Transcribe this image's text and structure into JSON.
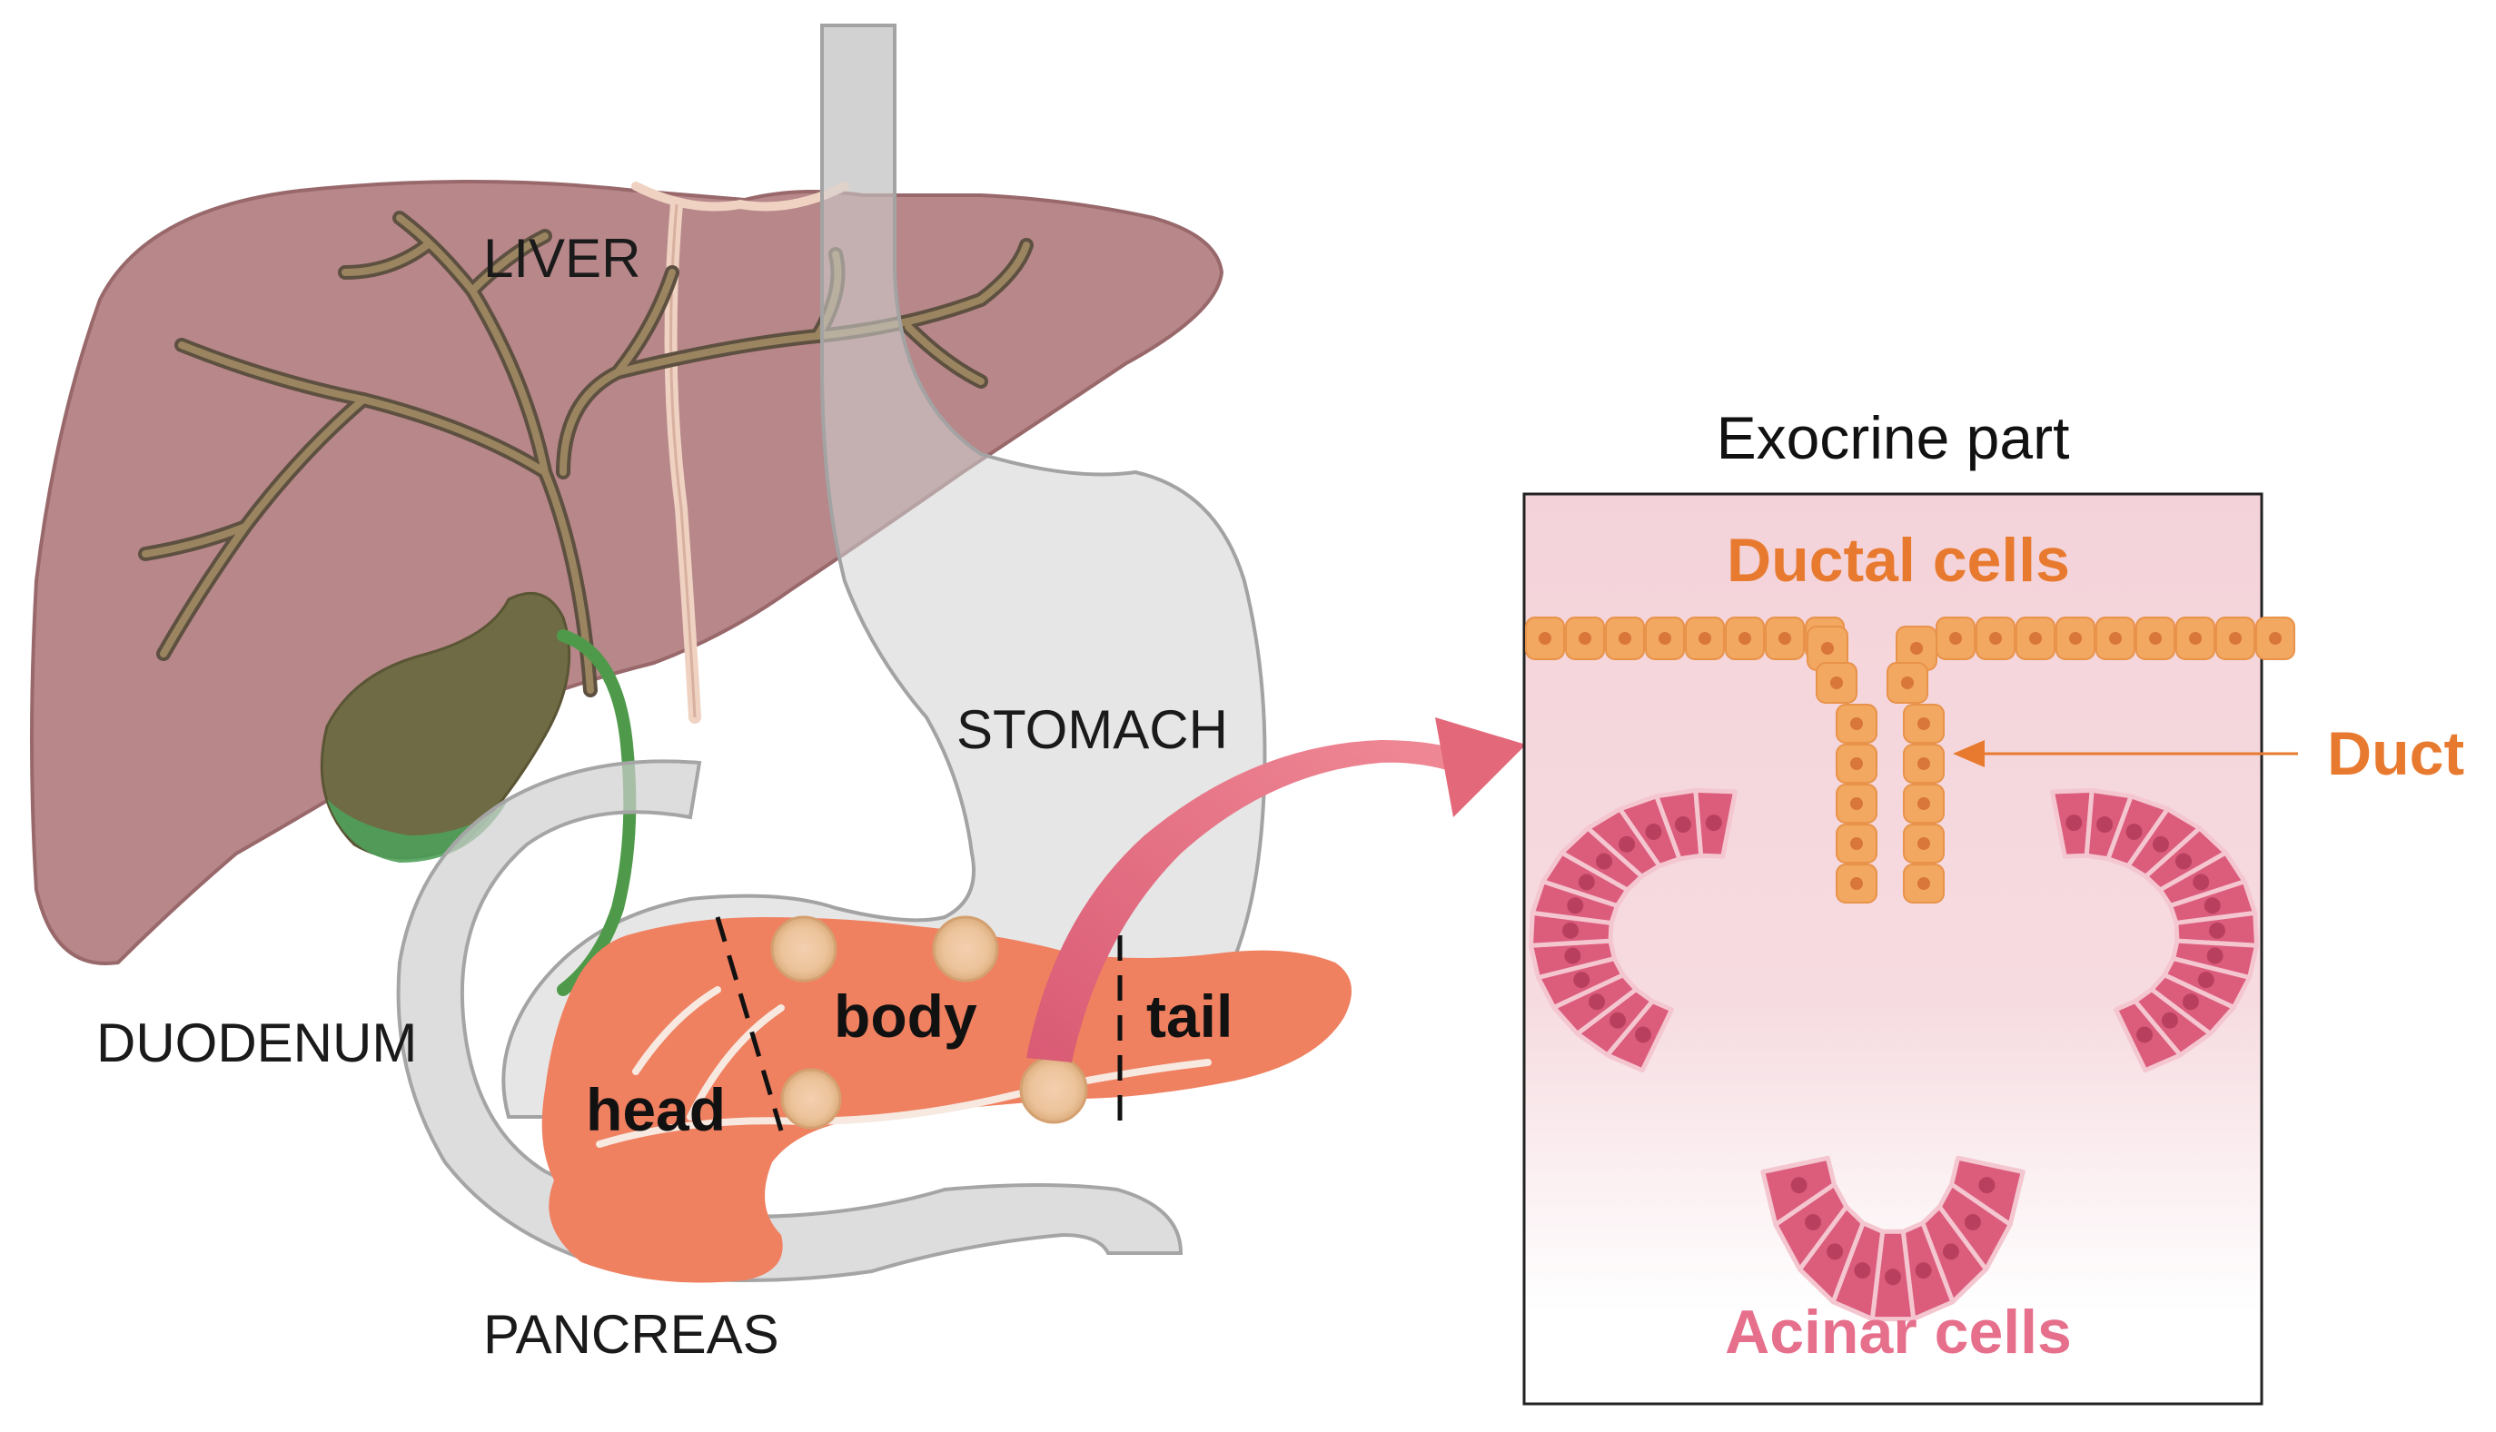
{
  "labels": {
    "liver": "LIVER",
    "stomach": "STOMACH",
    "duodenum": "DUODENUM",
    "pancreas": "PANCREAS",
    "head": "head",
    "body": "body",
    "tail": "tail",
    "exocrine": "Exocrine part",
    "ductal_cells": "Ductal cells",
    "duct": "Duct",
    "acinar_cells": "Acinar cells"
  },
  "colors": {
    "liver": "#b7878a",
    "liver_vessels": "#7c6a52",
    "gallbladder": "#6f6b44",
    "bile_duct": "#4f9a4a",
    "stomach": "#d2d2d2",
    "pancreas": "#ef8060",
    "ductal": "#f2a860",
    "ductal_label": "#e87a30",
    "acinar": "#dc5c7c",
    "acinar_label": "#e66f8c",
    "arrow": "#e3687a"
  }
}
